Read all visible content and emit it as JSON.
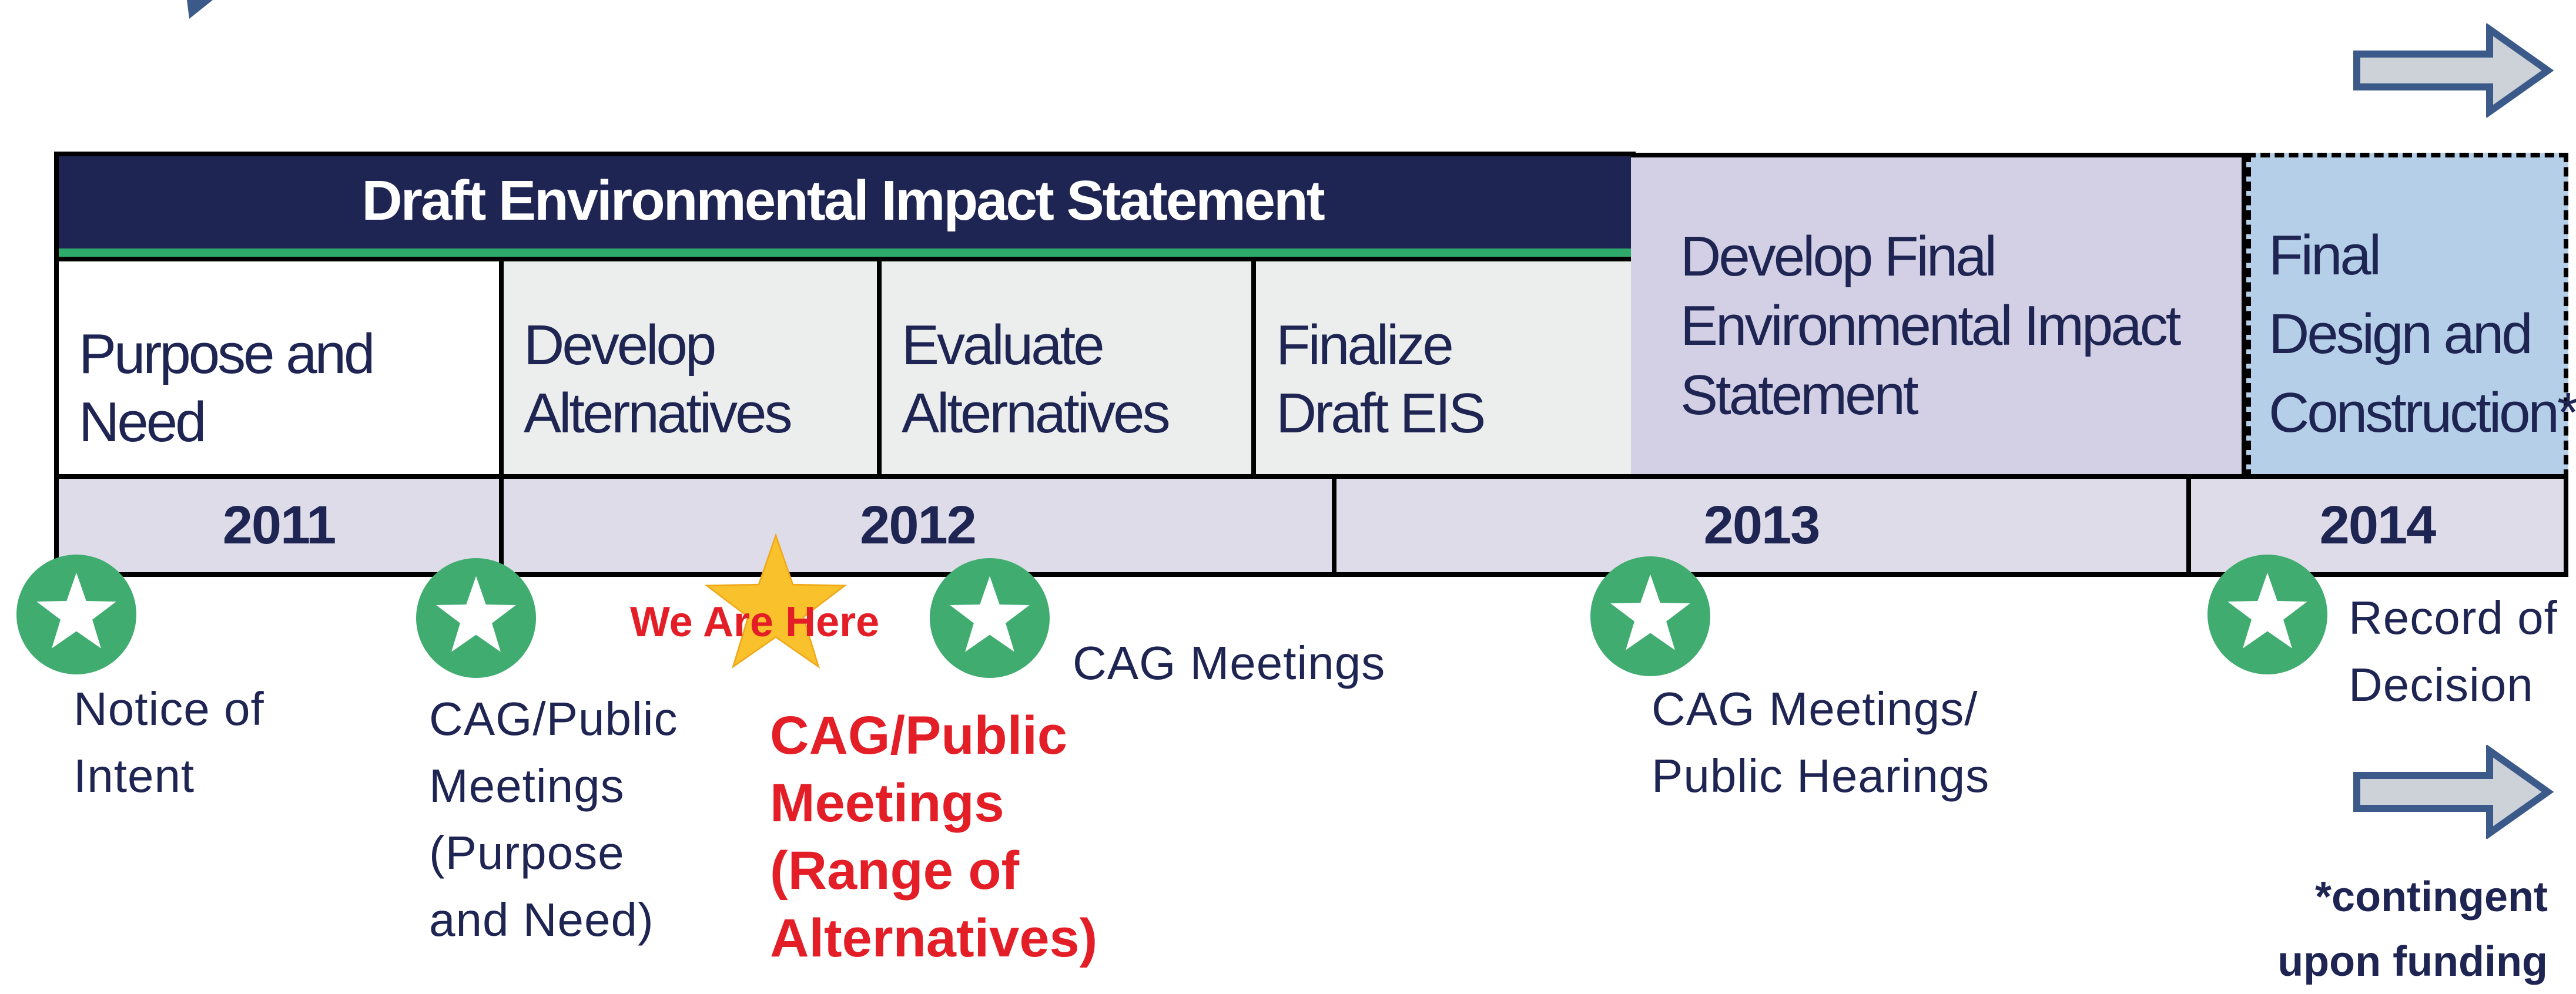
{
  "header": {
    "title": "Draft Environmental Impact Statement"
  },
  "phases": {
    "purpose": [
      "Purpose and Need"
    ],
    "develop": [
      "Develop",
      "Alternatives"
    ],
    "evaluate": [
      "Evaluate",
      "Alternatives"
    ],
    "finalize": [
      "Finalize",
      "Draft EIS"
    ],
    "final_eis": [
      "Develop Final",
      "Environmental Impact",
      "Statement"
    ],
    "final_design": [
      "Final",
      "Design and",
      "Construction*"
    ]
  },
  "years": [
    "2011",
    "2012",
    "2013",
    "2014"
  ],
  "milestones": {
    "m1": [
      "Notice of",
      "Intent"
    ],
    "m2": [
      "CAG/Public",
      "Meetings",
      "(Purpose",
      "and Need)"
    ],
    "m3": [
      "CAG/Public",
      "Meetings",
      "(Range of",
      "Alternatives)"
    ],
    "m4": [
      "CAG Meetings"
    ],
    "m5": [
      "CAG Meetings/",
      "Public Hearings"
    ],
    "m6": [
      "Record of",
      "Decision"
    ]
  },
  "marker": {
    "label": "We Are Here"
  },
  "footnote": [
    "*contingent",
    "upon funding"
  ],
  "colors": {
    "navy": "#1f2553",
    "green": "#40ac70",
    "accent_green": "#2eaa6a",
    "red": "#e31e26",
    "lavender": "#d3d0e6",
    "light_blue": "#b6cfe9",
    "gray_cell": "#eceeed",
    "year_cell": "#dddce8",
    "star_gold": "#f9c12b"
  },
  "icons": [
    "star-icon",
    "arrow-right-icon"
  ]
}
